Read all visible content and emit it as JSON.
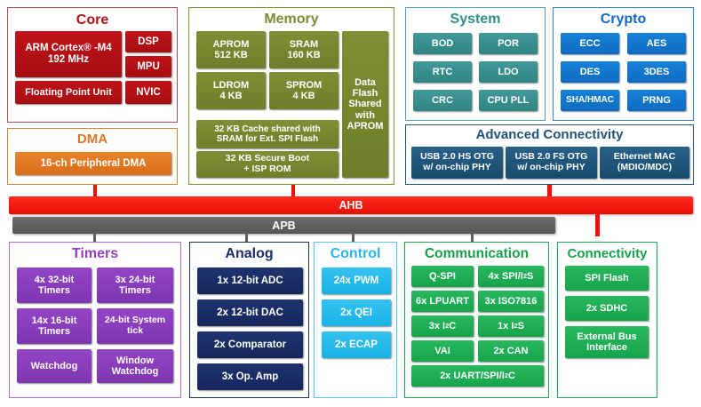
{
  "diagram": {
    "buses": [
      {
        "id": "ahb",
        "label": "AHB",
        "color": "#EE1008"
      },
      {
        "id": "apb",
        "label": "APB",
        "color": "#5E5E5E"
      }
    ],
    "panels": [
      {
        "id": "core",
        "title": "Core",
        "accent": "#B01116",
        "blocks": [
          {
            "label": "ARM Cortex® -M4\n192 MHz"
          },
          {
            "label": "DSP"
          },
          {
            "label": "MPU"
          },
          {
            "label": "Floating Point Unit"
          },
          {
            "label": "NVIC"
          }
        ]
      },
      {
        "id": "dma",
        "title": "DMA",
        "accent": "#D9782A",
        "blocks": [
          {
            "label": "16-ch Peripheral DMA"
          }
        ]
      },
      {
        "id": "memory",
        "title": "Memory",
        "accent": "#7D8B33",
        "blocks": [
          {
            "label": "APROM\n512 KB"
          },
          {
            "label": "SRAM\n160 KB"
          },
          {
            "label": "LDROM\n4 KB"
          },
          {
            "label": "SPROM\n4 KB"
          },
          {
            "label": "32 KB Cache shared with\nSRAM for  Ext. SPI Flash"
          },
          {
            "label": "32 KB Secure Boot\n+ ISP ROM"
          },
          {
            "label": "Data\nFlash\nShared\nwith\nAPROM"
          }
        ]
      },
      {
        "id": "system",
        "title": "System",
        "accent": "#2F8F8D",
        "blocks": [
          {
            "label": "BOD"
          },
          {
            "label": "POR"
          },
          {
            "label": "RTC"
          },
          {
            "label": "LDO"
          },
          {
            "label": "CRC"
          },
          {
            "label": "CPU PLL"
          }
        ]
      },
      {
        "id": "crypto",
        "title": "Crypto",
        "accent": "#1668C6",
        "blocks": [
          {
            "label": "ECC"
          },
          {
            "label": "AES"
          },
          {
            "label": "DES"
          },
          {
            "label": "3DES"
          },
          {
            "label": "SHA/HMAC"
          },
          {
            "label": "PRNG"
          }
        ]
      },
      {
        "id": "advanced_connectivity",
        "title": "Advanced Connectivity",
        "accent": "#1F5478",
        "blocks": [
          {
            "label": "USB 2.0 HS OTG\nw/ on-chip PHY"
          },
          {
            "label": "USB 2.0 FS OTG\nw/ on-chip PHY"
          },
          {
            "label": "Ethernet MAC\n(MDIO/MDC)"
          }
        ]
      },
      {
        "id": "timers",
        "title": "Timers",
        "accent": "#8E3FBE",
        "blocks": [
          {
            "label": "4x 32-bit\nTimers"
          },
          {
            "label": "3x 24-bit\nTimers"
          },
          {
            "label": "14x 16-bit\nTimers"
          },
          {
            "label": "24-bit System\ntick"
          },
          {
            "label": "Watchdog"
          },
          {
            "label": "Window\nWatchdog"
          }
        ]
      },
      {
        "id": "analog",
        "title": "Analog",
        "accent": "#1B2E66",
        "blocks": [
          {
            "label": "1x 12-bit ADC"
          },
          {
            "label": "2x 12-bit DAC"
          },
          {
            "label": "2x Comparator"
          },
          {
            "label": "3x Op. Amp"
          }
        ]
      },
      {
        "id": "control",
        "title": "Control",
        "accent": "#29B6E8",
        "blocks": [
          {
            "label": "24x PWM"
          },
          {
            "label": "2x QEI"
          },
          {
            "label": "2x ECAP"
          }
        ]
      },
      {
        "id": "communication",
        "title": "Communication",
        "accent": "#17A14B",
        "blocks": [
          {
            "label": "Q-SPI"
          },
          {
            "label": "4x SPI/I²S"
          },
          {
            "label": "6x LPUART"
          },
          {
            "label": "3x ISO7816"
          },
          {
            "label": "3x I²C"
          },
          {
            "label": "1x I²S"
          },
          {
            "label": "VAI"
          },
          {
            "label": "2x CAN"
          },
          {
            "label": "2x UART/SPI/I²C"
          }
        ]
      },
      {
        "id": "connectivity",
        "title": "Connectivity",
        "accent": "#17A14B",
        "blocks": [
          {
            "label": "SPI Flash"
          },
          {
            "label": "2x SDHC"
          },
          {
            "label": "External Bus\nInterface"
          }
        ]
      }
    ]
  }
}
